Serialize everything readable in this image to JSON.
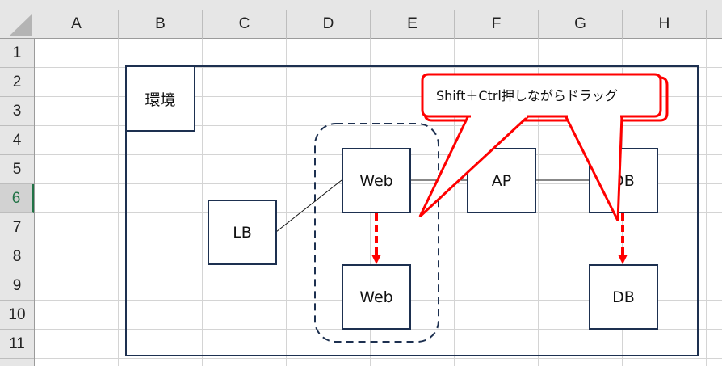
{
  "spreadsheet": {
    "columns": [
      "A",
      "B",
      "C",
      "D",
      "E",
      "F",
      "G",
      "H"
    ],
    "rows": [
      "1",
      "2",
      "3",
      "4",
      "5",
      "6",
      "7",
      "8",
      "9",
      "10",
      "11"
    ],
    "selected_row": "6"
  },
  "diagram": {
    "environment_label": "環境",
    "nodes": {
      "lb": "LB",
      "web": "Web",
      "web_copy": "Web",
      "ap": "AP",
      "db": "DB",
      "db_copy": "DB"
    },
    "callout_text": "Shift＋Ctrl押しながらドラッグ",
    "colors": {
      "frame": "#1d3050",
      "callout": "#ff0000",
      "arrow": "#ff0000",
      "selected_row_accent": "#217346"
    }
  }
}
